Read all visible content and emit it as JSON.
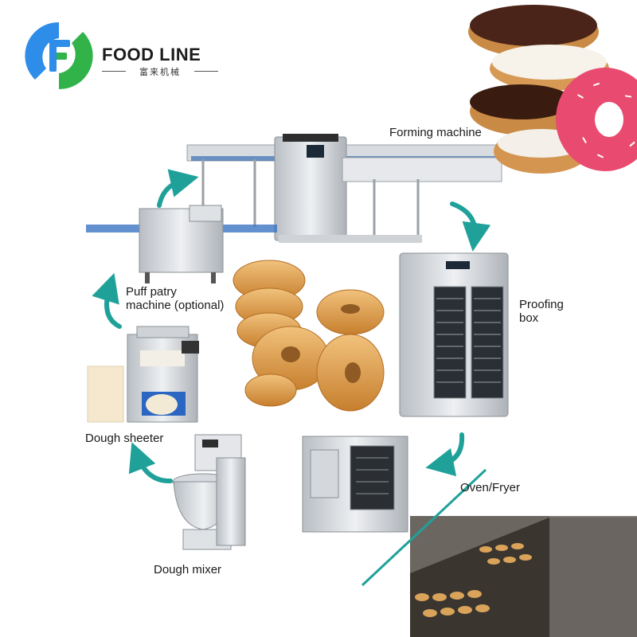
{
  "brand": {
    "name": "FOOD LINE",
    "subtitle": "富来机械",
    "logo_colors": [
      "#2e8de8",
      "#31b34a"
    ]
  },
  "process_steps": [
    {
      "label": "Forming machine",
      "icon": "forming-machine-image"
    },
    {
      "label": "Proofing box",
      "icon": "proofing-box-image"
    },
    {
      "label": "Oven/Fryer",
      "icon": "rotary-oven-image"
    },
    {
      "label": "Dough mixer",
      "icon": "dough-mixer-image"
    },
    {
      "label": "Dough sheeter",
      "icon": "dough-sheeter-image"
    },
    {
      "label": "Puff patry machine (optional)",
      "icon": "puff-pastry-machine-image"
    }
  ],
  "labels": {
    "forming": "Forming machine",
    "proofing_line1": "Proofing",
    "proofing_line2": "box",
    "oven": "Oven/Fryer",
    "mixer": "Dough mixer",
    "sheeter": "Dough sheeter",
    "puff_line1": "Puff patry",
    "puff_line2": "machine (optional)"
  },
  "colors": {
    "arrow": "#1fa19a",
    "steel": "#c9cdd2",
    "donut": "#d99a48",
    "chocolate": "#4a2418",
    "pink_icing": "#e94a6f"
  }
}
